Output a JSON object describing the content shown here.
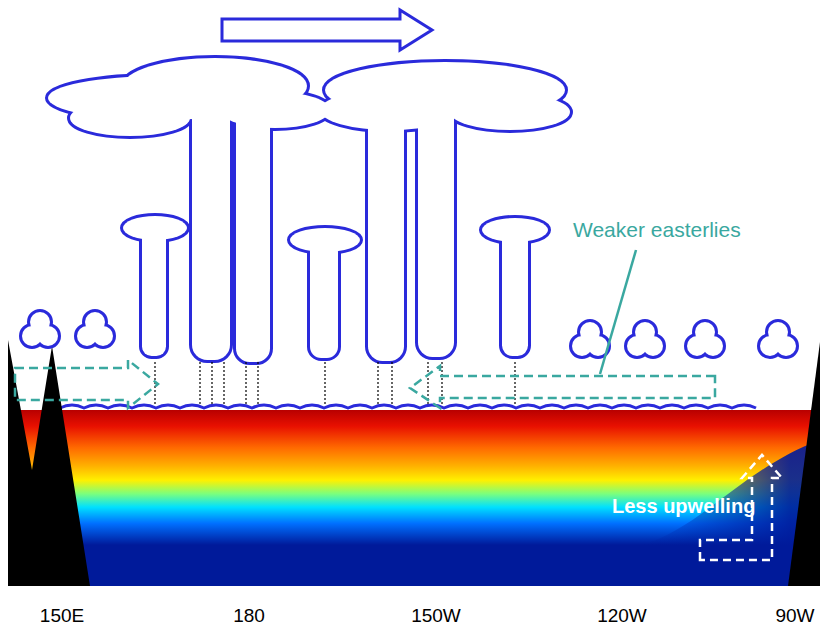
{
  "diagram": {
    "labels": [
      "Weaker easterlies",
      "Less upwelling",
      "150E",
      "180",
      "150W",
      "120W",
      "90W"
    ]
  }
}
